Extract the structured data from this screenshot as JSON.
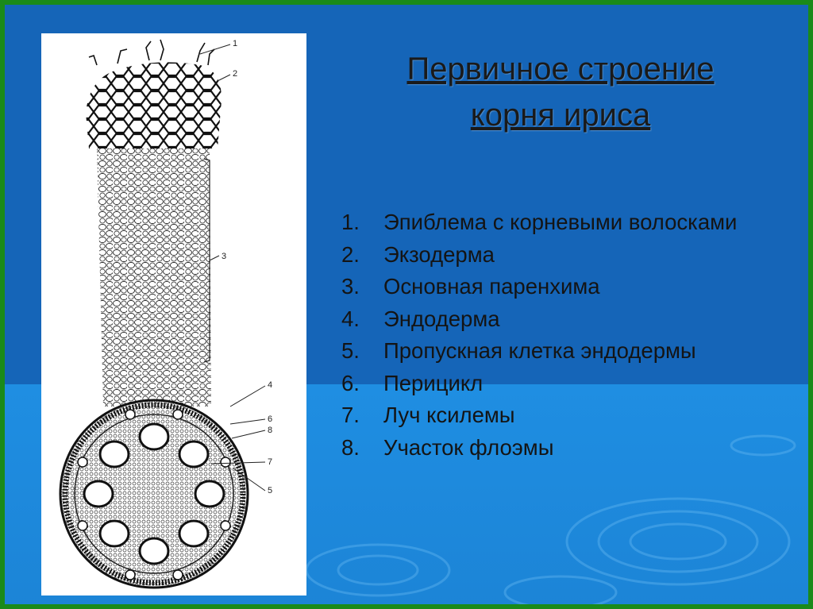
{
  "title": {
    "line1": "Первичное строение ",
    "line2": "корня ириса"
  },
  "figure": {
    "labels": [
      "1",
      "2",
      "3",
      "4",
      "6",
      "8",
      "7",
      "5"
    ]
  },
  "legend": [
    {
      "num": "1.",
      "text": "Эпиблема с корневыми волосками"
    },
    {
      "num": "2.",
      "text": "Экзодерма"
    },
    {
      "num": "3.",
      "text": "Основная паренхима"
    },
    {
      "num": "4.",
      "text": "Эндодерма"
    },
    {
      "num": "5.",
      "text": "Пропускная клетка эндодермы"
    },
    {
      "num": "6.",
      "text": "Перицикл"
    },
    {
      "num": "7.",
      "text": "Луч ксилемы"
    },
    {
      "num": "8.",
      "text": "Участок флоэмы"
    }
  ],
  "colors": {
    "border": "#1a8a1a",
    "background_top": "#1565b8",
    "background_bottom": "#1f8ee2"
  }
}
